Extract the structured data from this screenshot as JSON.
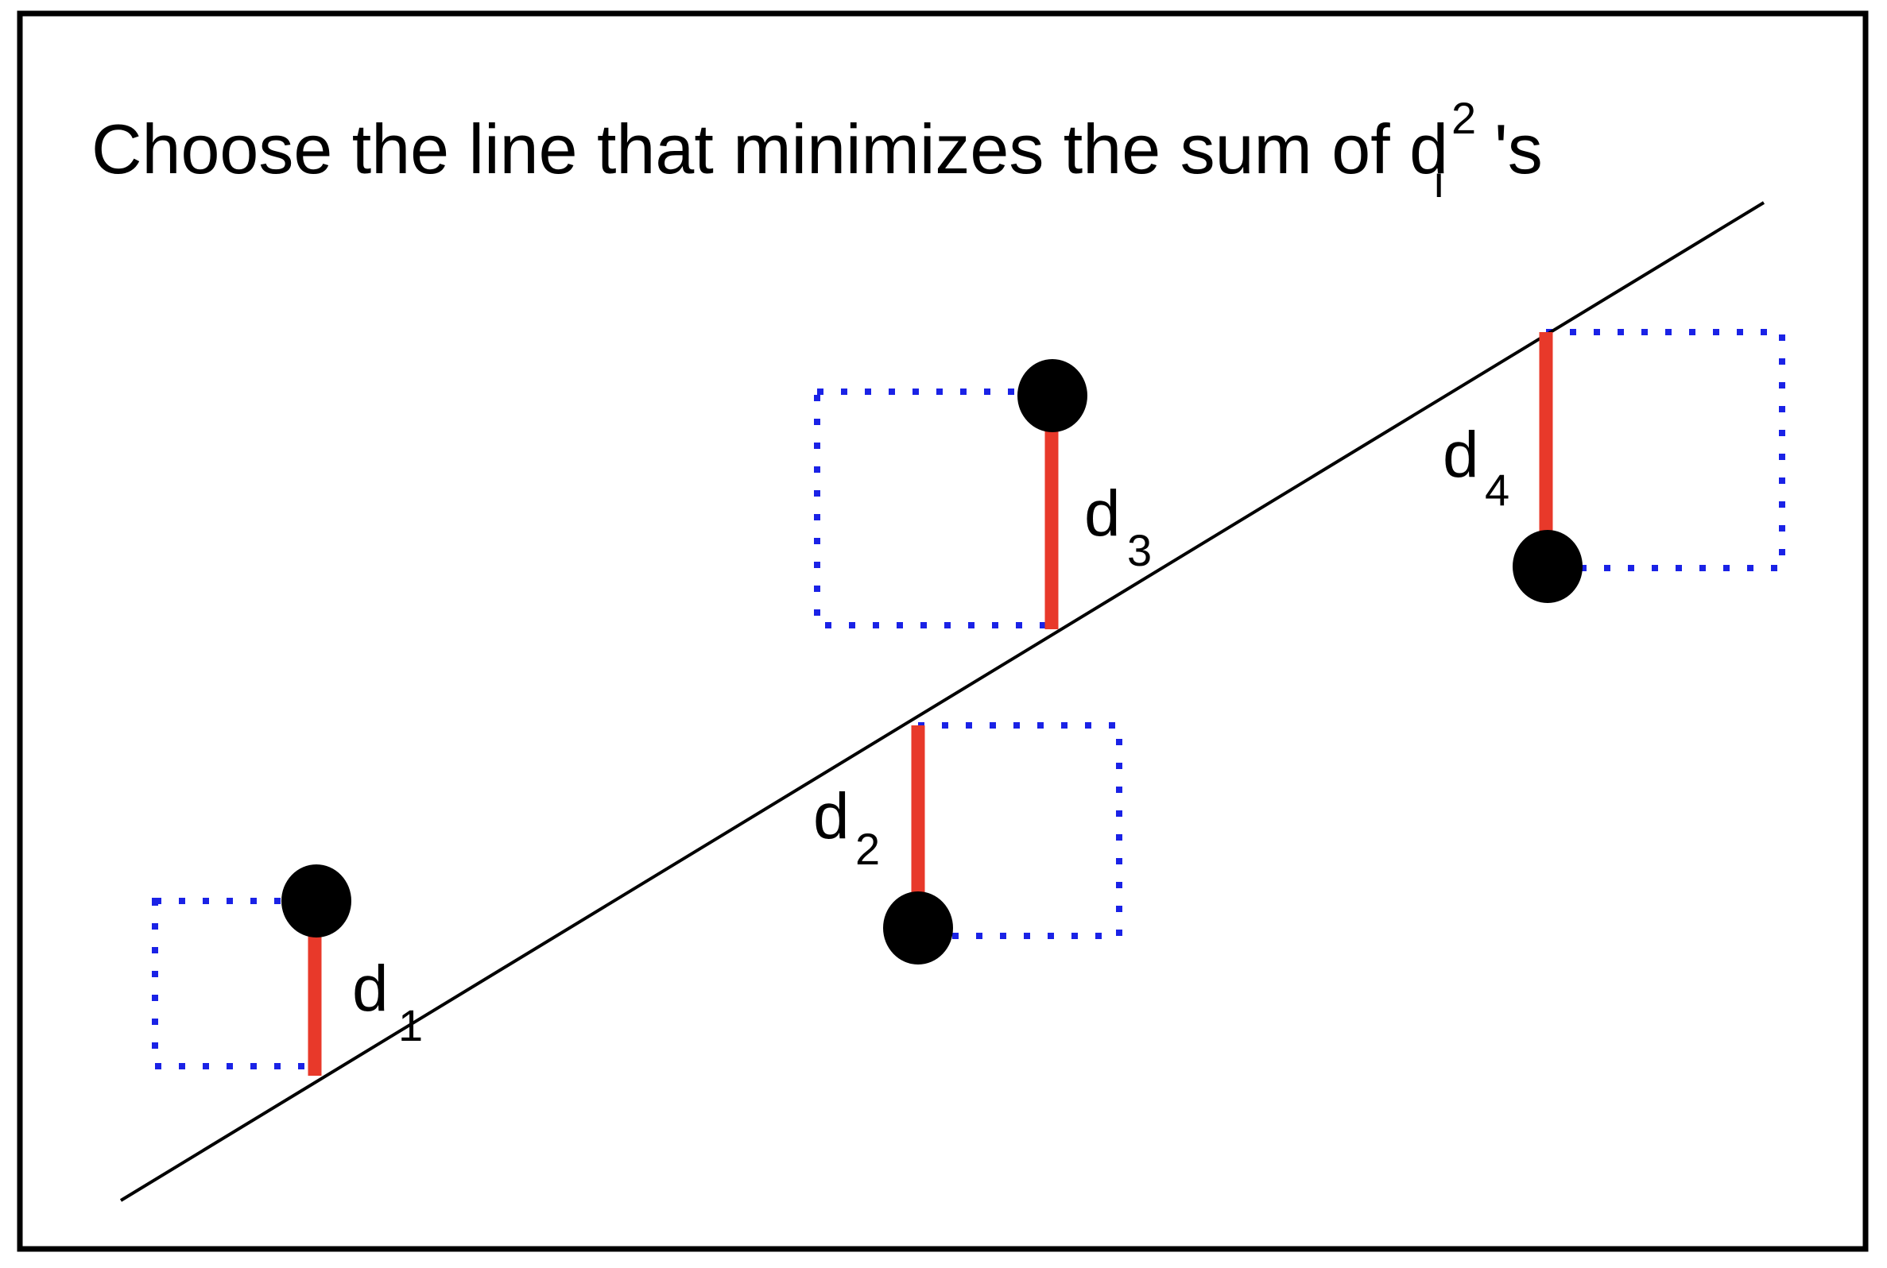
{
  "title": {
    "prefix": "Choose the line that minimizes the sum of d",
    "subscript": "i",
    "superscript": "2",
    "suffix": "'s"
  },
  "colors": {
    "border": "#000000",
    "regression_line": "#000000",
    "residual": "#e8392a",
    "square": "#1a22e6",
    "point": "#000000"
  },
  "residuals": [
    {
      "base": "d",
      "sub": "1"
    },
    {
      "base": "d",
      "sub": "2"
    },
    {
      "base": "d",
      "sub": "3"
    },
    {
      "base": "d",
      "sub": "4"
    }
  ]
}
